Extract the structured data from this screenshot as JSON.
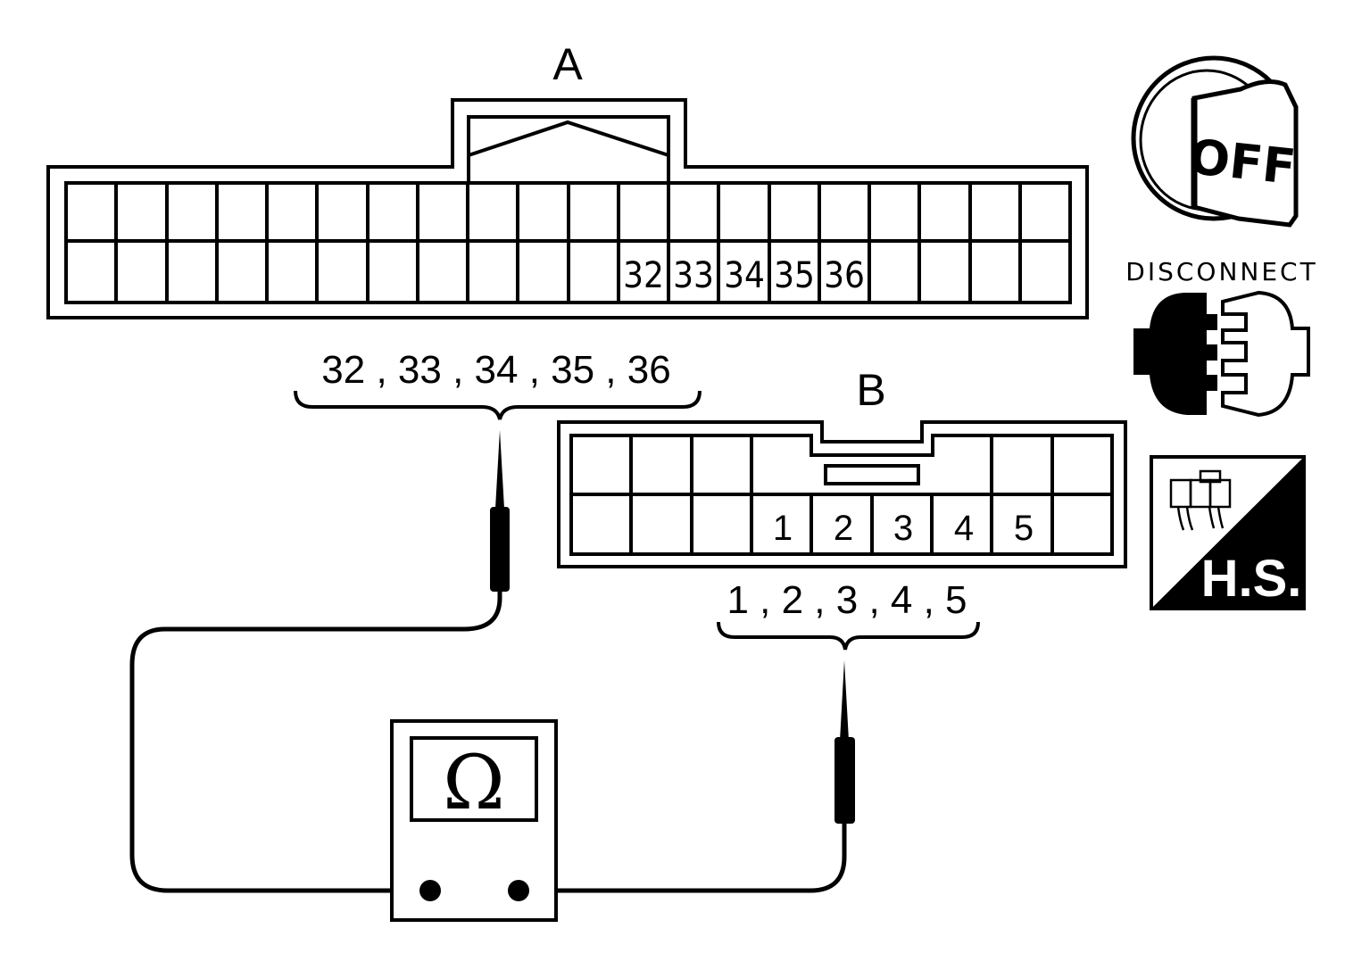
{
  "connector_a": {
    "label": "A",
    "pins": [
      "32",
      "33",
      "34",
      "35",
      "36"
    ],
    "pins_caption": "32 , 33 , 34 , 35 , 36"
  },
  "connector_b": {
    "label": "B",
    "pins": [
      "1",
      "2",
      "3",
      "4",
      "5"
    ],
    "pins_caption": "1 , 2 , 3 , 4 , 5"
  },
  "ignition": {
    "label": "OFF"
  },
  "disconnect": {
    "label": "DISCONNECT"
  },
  "harness_side": {
    "label": "H.S."
  },
  "ohmmeter": {
    "symbol": "Ω"
  }
}
